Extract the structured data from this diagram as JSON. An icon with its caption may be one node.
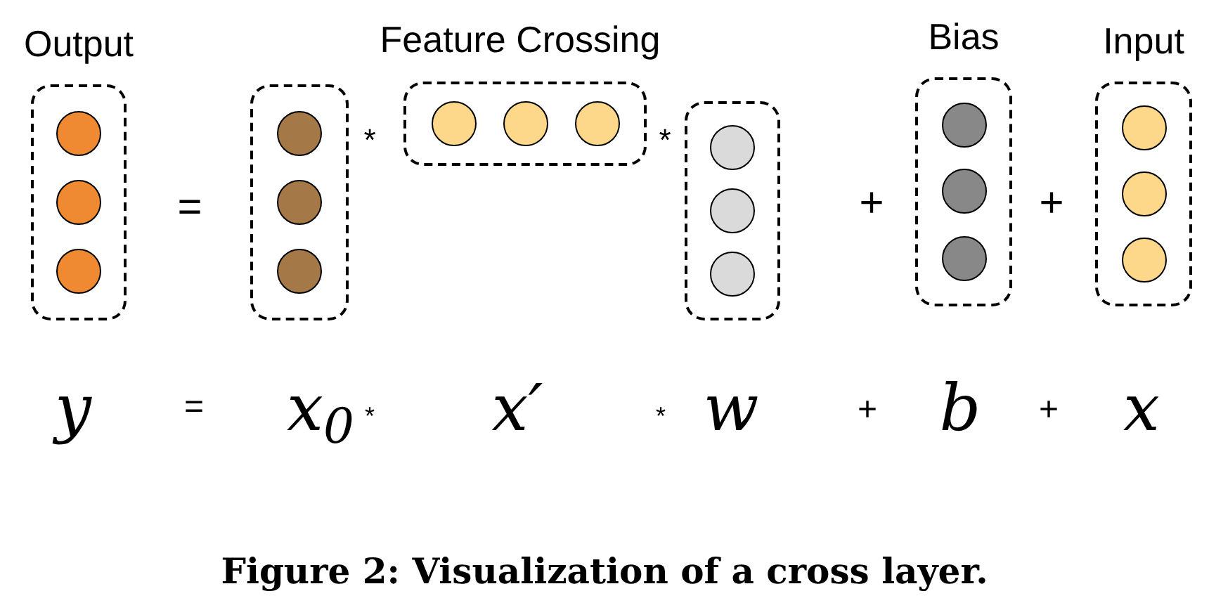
{
  "diagram": {
    "caption": "Figure 2: Visualization of a cross layer.",
    "nodes": [
      {
        "text": [
          "Output"
        ]
      },
      {
        "text": [],
        "shape": "circle",
        "in": 0
      },
      {
        "text": [],
        "shape": "circle",
        "in": 0
      },
      {
        "text": [],
        "shape": "circle",
        "in": 0
      },
      {
        "text": [],
        "shape": "box"
      },
      {
        "text": [],
        "shape": "circle",
        "in": 4
      },
      {
        "text": [],
        "shape": "circle",
        "in": 4
      },
      {
        "text": [],
        "shape": "circle",
        "in": 4
      },
      {
        "text": [],
        "shape": "box"
      },
      {
        "text": [],
        "shape": "circle",
        "in": 8
      },
      {
        "text": [],
        "shape": "circle",
        "in": 8
      },
      {
        "text": [],
        "shape": "circle",
        "in": 8
      },
      {
        "text": [],
        "shape": "box"
      },
      {
        "text": [],
        "shape": "circle",
        "in": 12
      },
      {
        "text": [],
        "shape": "circle",
        "in": 12
      },
      {
        "text": [],
        "shape": "circle",
        "in": 12
      },
      {
        "text": [
          "Bias"
        ]
      },
      {
        "text": [],
        "shape": "circle",
        "in": 16
      },
      {
        "text": [],
        "shape": "circle",
        "in": 16
      },
      {
        "text": [],
        "shape": "circle",
        "in": 16
      },
      {
        "text": [
          "Input"
        ]
      },
      {
        "text": [],
        "shape": "circle",
        "in": 20
      },
      {
        "text": [],
        "shape": "circle",
        "in": 20
      },
      {
        "text": [],
        "shape": "circle",
        "in": 20
      }
    ],
    "edges": [],
    "labels": [
      "Feature Crossing",
      "=",
      "*",
      "*",
      "+",
      "+",
      "y",
      "=",
      "x$_{0}$",
      "*",
      "x′",
      "*",
      "w",
      "+",
      "b",
      "+",
      "x"
    ]
  }
}
